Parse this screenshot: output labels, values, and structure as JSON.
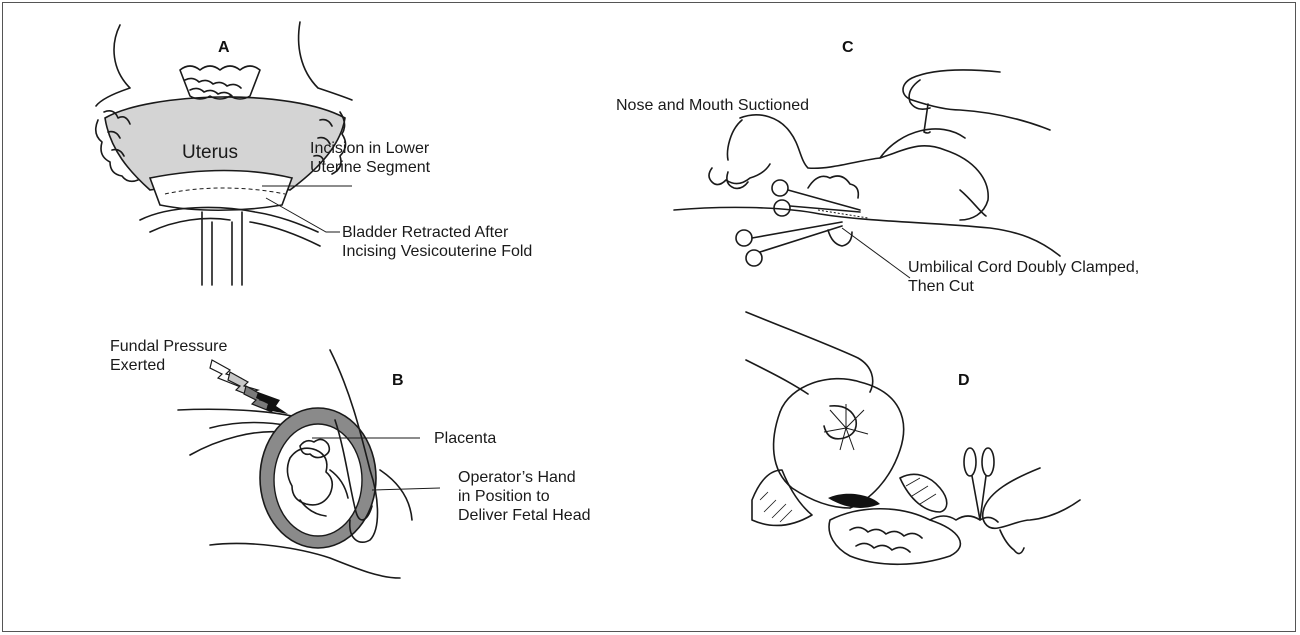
{
  "panels": {
    "a": {
      "letter": "A",
      "uterus_label": "Uterus",
      "incision_line1": "Incision in Lower",
      "incision_line2": "Uterine Segment",
      "bladder_line1": "Bladder Retracted After",
      "bladder_line2": "Incising Vesicouterine Fold"
    },
    "b": {
      "letter": "B",
      "fundal_line1": "Fundal Pressure",
      "fundal_line2": "Exerted",
      "placenta": "Placenta",
      "hand_line1": "Operator’s Hand",
      "hand_line2": "in Position to",
      "hand_line3": "Deliver Fetal Head"
    },
    "c": {
      "letter": "C",
      "nose_mouth": "Nose and Mouth Suctioned",
      "cord_line1": "Umbilical Cord Doubly Clamped,",
      "cord_line2": "Then Cut"
    },
    "d": {
      "letter": "D"
    }
  },
  "colors": {
    "uterus_fill": "#d4d4d4",
    "uterine_wall": "#8a8a8a",
    "line": "#1a1a1a"
  }
}
